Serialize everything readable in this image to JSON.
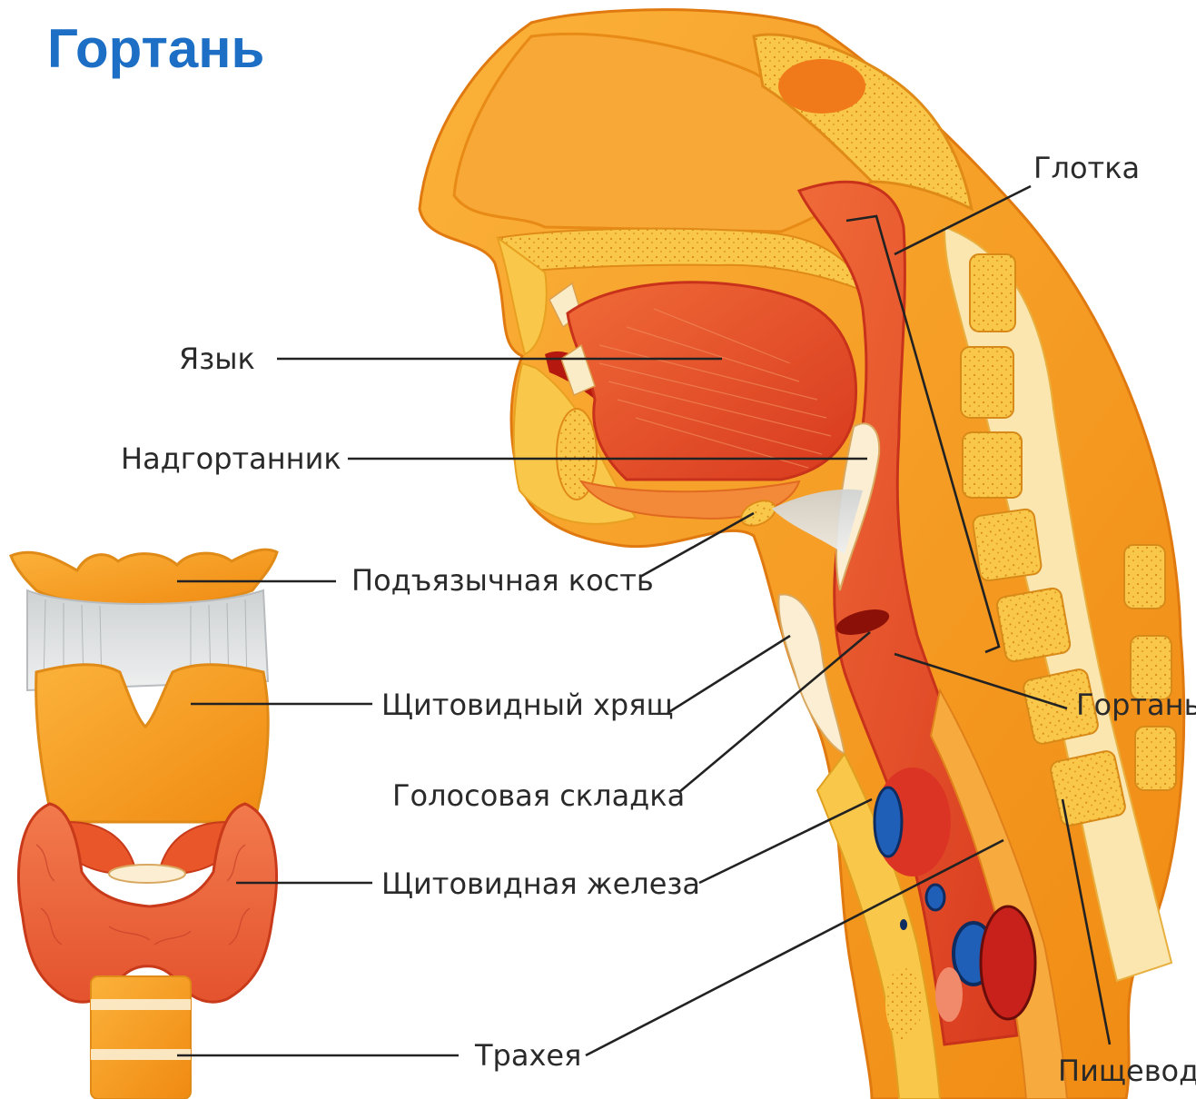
{
  "title": "Гортань",
  "labels": {
    "pharynx": "Глотка",
    "tongue": "Язык",
    "epiglottis": "Надгортанник",
    "hyoid_bone": "Подъязычная кость",
    "thyroid_cartilage": "Щитовидный хрящ",
    "larynx": "Гортань",
    "vocal_fold": "Голосовая складка",
    "thyroid_gland": "Щитовидная железа",
    "trachea": "Трахея",
    "esophagus": "Пищевод"
  },
  "colors": {
    "title": "#1c6fc4",
    "tissue_orange": "#f6a21c",
    "muscle_red": "#e8562a",
    "bone_yellow": "#f9c94b",
    "gland_red": "#e0442c",
    "vein_blue": "#1f5fb8",
    "leader_line": "#222222"
  }
}
